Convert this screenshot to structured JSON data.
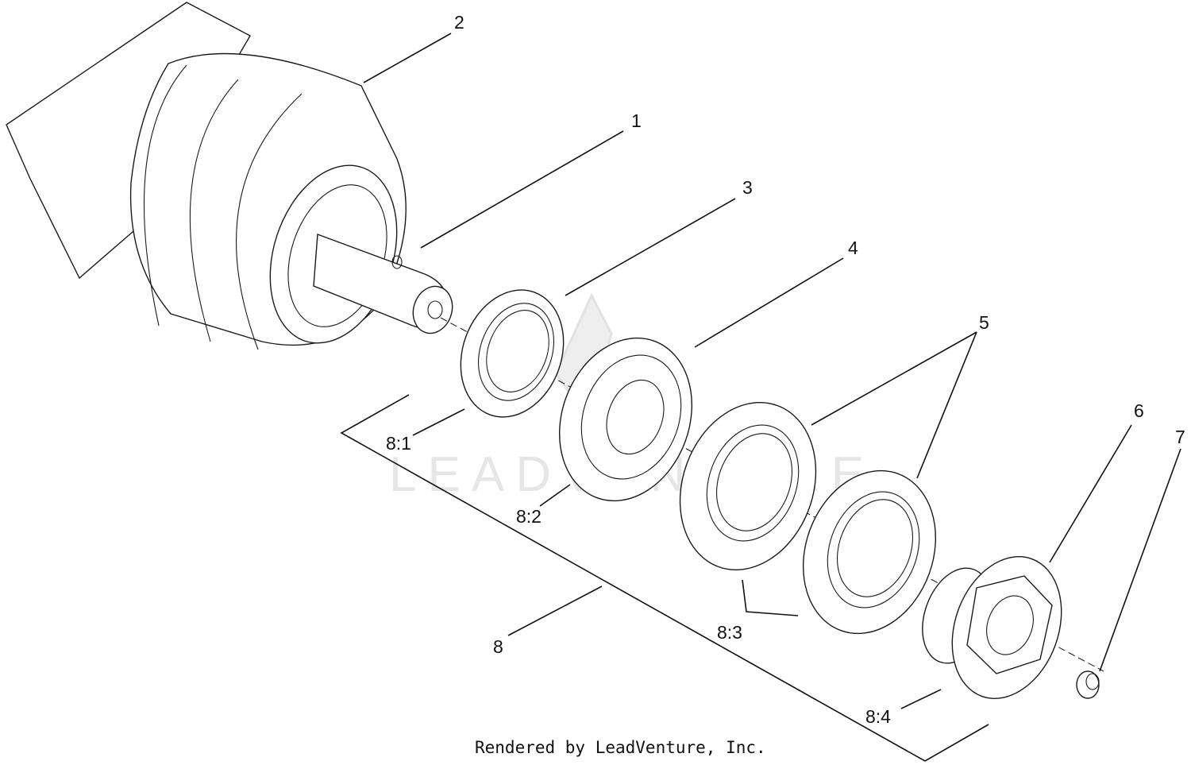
{
  "callouts": {
    "c1": "1",
    "c2": "2",
    "c3": "3",
    "c4": "4",
    "c5": "5",
    "c6": "6",
    "c7": "7",
    "c8": "8",
    "c8_1": "8:1",
    "c8_2": "8:2",
    "c8_3": "8:3",
    "c8_4": "8:4"
  },
  "watermark": "LEADVENTURE",
  "credit": "Rendered by LeadVenture, Inc."
}
